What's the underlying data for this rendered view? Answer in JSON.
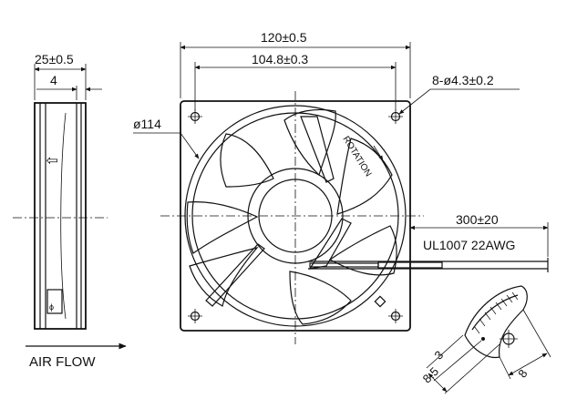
{
  "side_view": {
    "depth_dim": "25±0.5",
    "flange_dim": "4",
    "arrow_glyph": "⇧",
    "airflow_label": "AIR FLOW"
  },
  "front_view": {
    "outer_dim": "120±0.5",
    "hole_pitch_dim": "104.8±0.3",
    "mount_holes": "8-ø4.3±0.2",
    "venturi_dia": "ø114",
    "rotation_label": "ROTATION"
  },
  "lead": {
    "length_dim": "300±20",
    "wire_spec": "UL1007  22AWG"
  },
  "detail": {
    "dim_a": "3",
    "dim_b": "8.5",
    "dim_c": "8"
  }
}
